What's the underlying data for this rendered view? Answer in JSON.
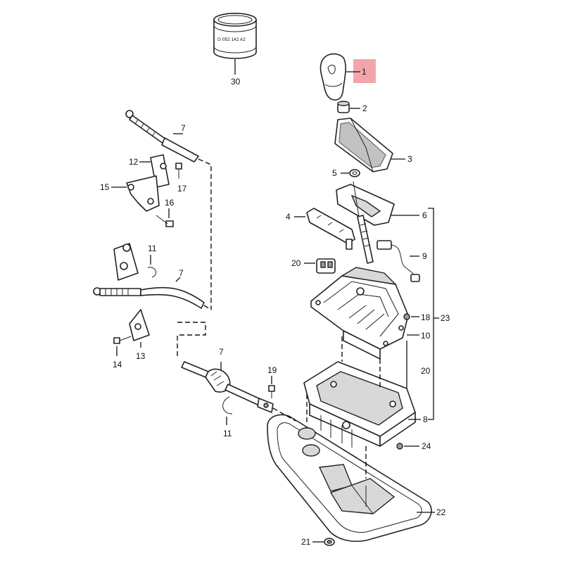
{
  "diagram": {
    "highlight_color": "#f2a6aa",
    "callouts": {
      "c30": "30",
      "c1": "1",
      "c2": "2",
      "c3": "3",
      "c5": "5",
      "c6": "6",
      "c4": "4",
      "c9": "9",
      "c20a": "20",
      "c18": "18",
      "c23": "23",
      "c10": "10",
      "c20b": "20",
      "c8": "8",
      "c24": "24",
      "c22": "22",
      "c21": "21",
      "c7a": "7",
      "c12": "12",
      "c15": "15",
      "c17": "17",
      "c16": "16",
      "c11a": "11",
      "c7b": "7",
      "c14": "14",
      "c13": "13",
      "c7c": "7",
      "c19": "19",
      "c11b": "11"
    },
    "part_number_on_30": "G 052 142 A2"
  }
}
